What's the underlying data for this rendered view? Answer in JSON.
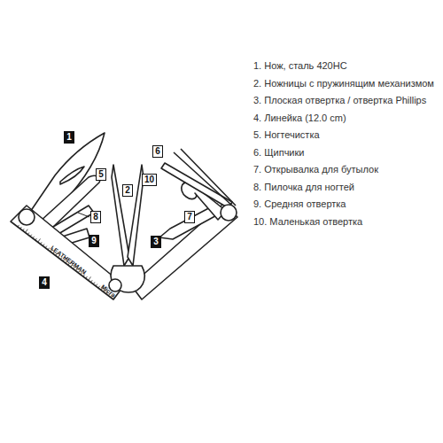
{
  "diagram": {
    "labels": [
      "1",
      "5",
      "2",
      "10",
      "6",
      "7",
      "3",
      "8",
      "9",
      "4",
      "LEATHERMAN",
      "Micra",
      "1. Нож, сталь 420HC",
      "2. Ножницы с пружинящим механизмом",
      "3. Плоская отвертка / отвертка Phillips",
      "4. Линейка (12.0 cm)",
      "5. Ногтечистка",
      "6. Щипчики",
      "7. Открывалка для бутылок",
      "8. Пилочка для ногтей",
      "9. Средняя отвертка",
      "10. Маленькая отвертка"
    ]
  }
}
